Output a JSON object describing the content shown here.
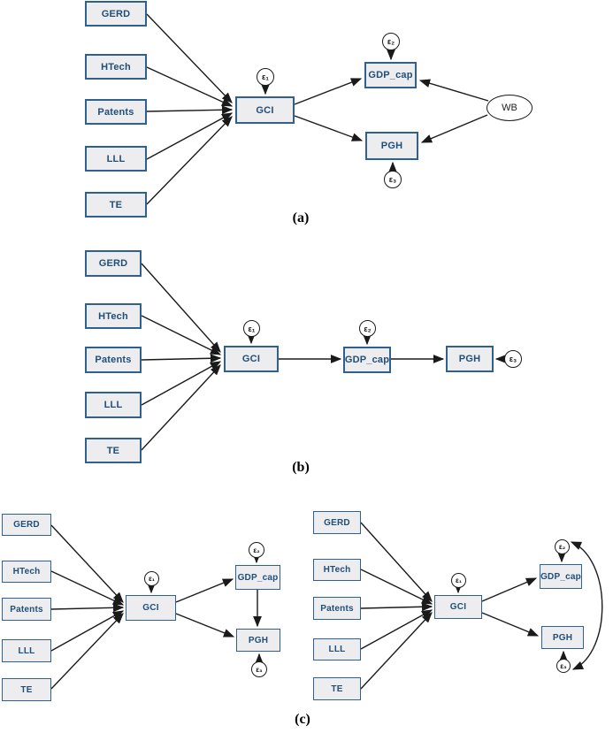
{
  "panels": {
    "a": {
      "caption": "(a)",
      "indicators": [
        "GERD",
        "HTech",
        "Patents",
        "LLL",
        "TE"
      ],
      "latent": "GCI",
      "outcomes": [
        "GDP_cap",
        "PGH"
      ],
      "exogenous": "WB",
      "errors": [
        "ε₁",
        "ε₂",
        "ε₃"
      ],
      "edges": [
        "GERD→GCI",
        "HTech→GCI",
        "Patents→GCI",
        "LLL→GCI",
        "TE→GCI",
        "ε₁→GCI",
        "GCI→GDP_cap",
        "GCI→PGH",
        "ε₂→GDP_cap",
        "ε₃→PGH",
        "WB→GDP_cap",
        "WB→PGH"
      ]
    },
    "b": {
      "caption": "(b)",
      "indicators": [
        "GERD",
        "HTech",
        "Patents",
        "LLL",
        "TE"
      ],
      "latent": "GCI",
      "outcomes": [
        "GDP_cap",
        "PGH"
      ],
      "errors": [
        "ε₁",
        "ε₂",
        "ε₃"
      ],
      "edges": [
        "GERD→GCI",
        "HTech→GCI",
        "Patents→GCI",
        "LLL→GCI",
        "TE→GCI",
        "ε₁→GCI",
        "GCI→GDP_cap",
        "ε₂→GDP_cap",
        "GDP_cap→PGH",
        "ε₃→PGH"
      ]
    },
    "c": {
      "caption": "(c)",
      "left": {
        "indicators": [
          "GERD",
          "HTech",
          "Patents",
          "LLL",
          "TE"
        ],
        "latent": "GCI",
        "outcomes": [
          "GDP_cap",
          "PGH"
        ],
        "errors": [
          "ε₁",
          "ε₂",
          "ε₃"
        ],
        "edges": [
          "GERD→GCI",
          "HTech→GCI",
          "Patents→GCI",
          "LLL→GCI",
          "TE→GCI",
          "ε₁→GCI",
          "GCI→GDP_cap",
          "GCI→PGH",
          "GDP_cap→PGH",
          "ε₂→GDP_cap",
          "ε₃→PGH"
        ]
      },
      "right": {
        "indicators": [
          "GERD",
          "HTech",
          "Patents",
          "LLL",
          "TE"
        ],
        "latent": "GCI",
        "outcomes": [
          "GDP_cap",
          "PGH"
        ],
        "errors": [
          "ε₁",
          "ε₂",
          "ε₃"
        ],
        "edges": [
          "GERD→GCI",
          "HTech→GCI",
          "Patents→GCI",
          "LLL→GCI",
          "TE→GCI",
          "ε₁→GCI",
          "GCI→GDP_cap",
          "GCI→PGH",
          "ε₂→GDP_cap",
          "ε₃→PGH",
          "ε₂↔ε₃"
        ]
      }
    }
  },
  "colors": {
    "box_fill": "#ededef",
    "box_border": "#2f618f",
    "box_text": "#1f4e79",
    "arrow": "#1a1a1a",
    "circle_border": "#1a1a1a"
  }
}
